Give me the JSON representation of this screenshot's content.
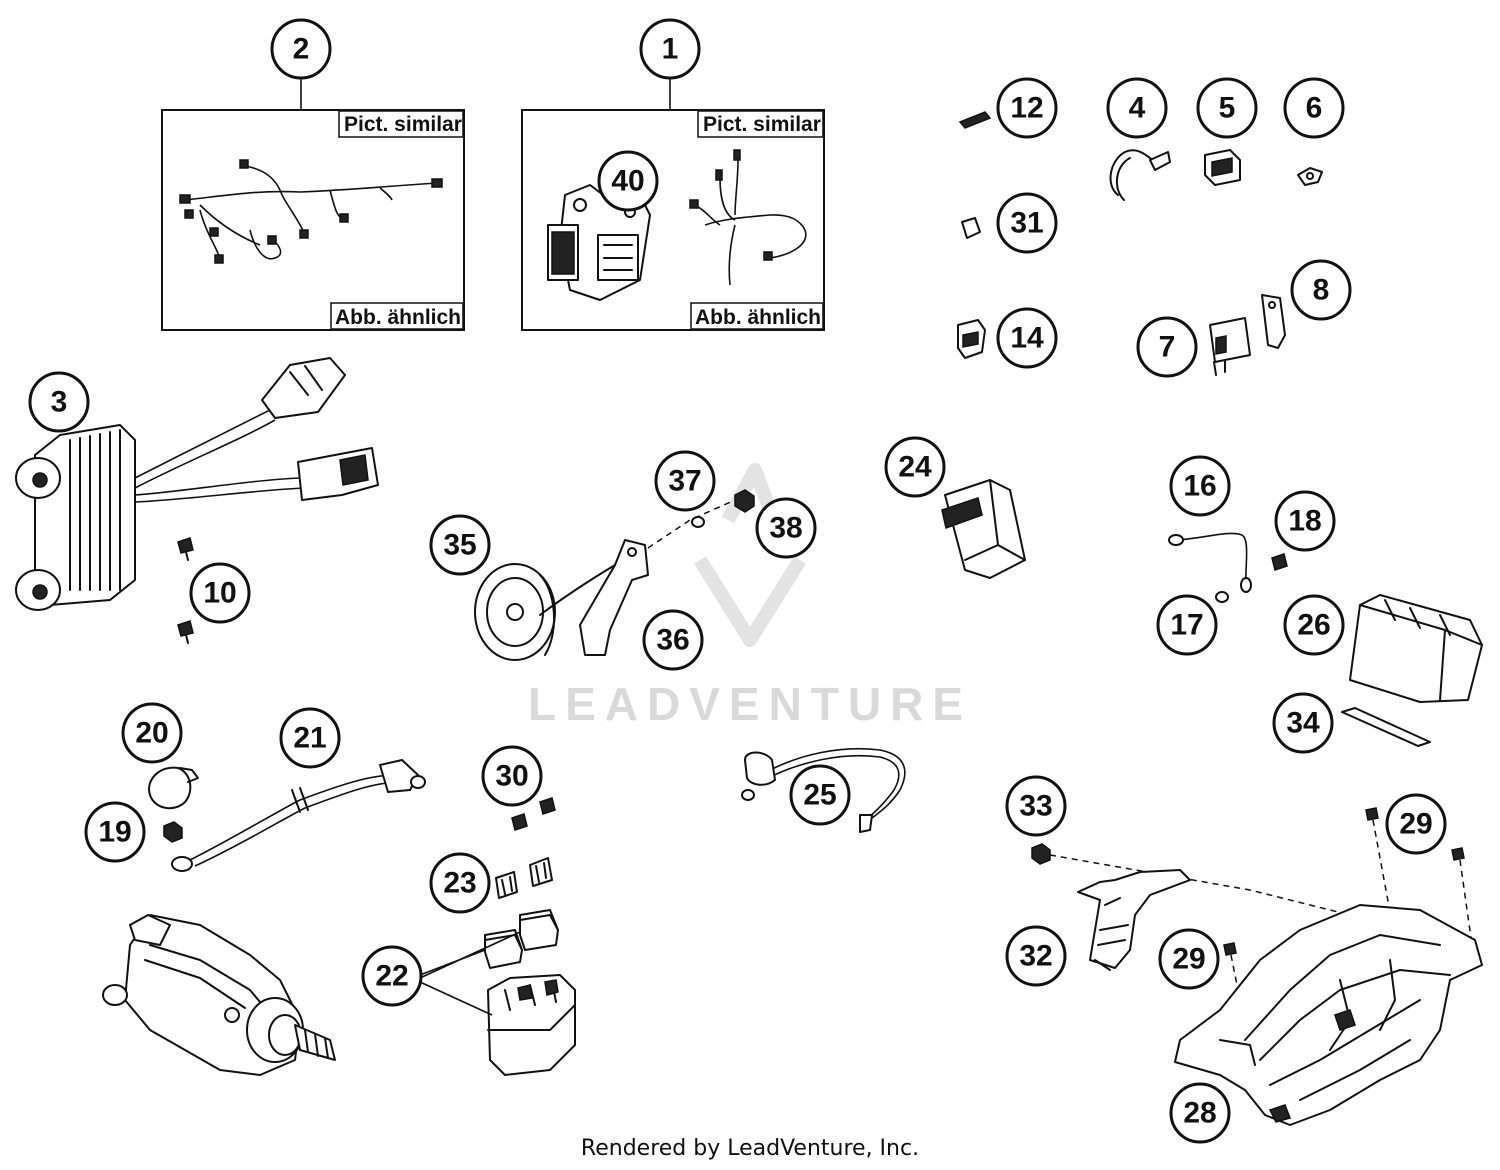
{
  "watermark": "LEADVENTURE",
  "footer": "Rendered by LeadVenture, Inc.",
  "boxes": [
    {
      "id": "box-2",
      "top_label": "Pict. similar",
      "bottom_label": "Abb. ähnlich"
    },
    {
      "id": "box-1",
      "top_label": "Pict. similar",
      "bottom_label": "Abb. ähnlich"
    }
  ],
  "callouts": [
    {
      "label": "2"
    },
    {
      "label": "1"
    },
    {
      "label": "40"
    },
    {
      "label": "12"
    },
    {
      "label": "4"
    },
    {
      "label": "5"
    },
    {
      "label": "6"
    },
    {
      "label": "31"
    },
    {
      "label": "8"
    },
    {
      "label": "14"
    },
    {
      "label": "7"
    },
    {
      "label": "3"
    },
    {
      "label": "10"
    },
    {
      "label": "37"
    },
    {
      "label": "38"
    },
    {
      "label": "35"
    },
    {
      "label": "36"
    },
    {
      "label": "24"
    },
    {
      "label": "16"
    },
    {
      "label": "18"
    },
    {
      "label": "17"
    },
    {
      "label": "26"
    },
    {
      "label": "34"
    },
    {
      "label": "20"
    },
    {
      "label": "21"
    },
    {
      "label": "19"
    },
    {
      "label": "30"
    },
    {
      "label": "25"
    },
    {
      "label": "23"
    },
    {
      "label": "22"
    },
    {
      "label": "33"
    },
    {
      "label": "29"
    },
    {
      "label": "32"
    },
    {
      "label": "29"
    },
    {
      "label": "28"
    }
  ]
}
